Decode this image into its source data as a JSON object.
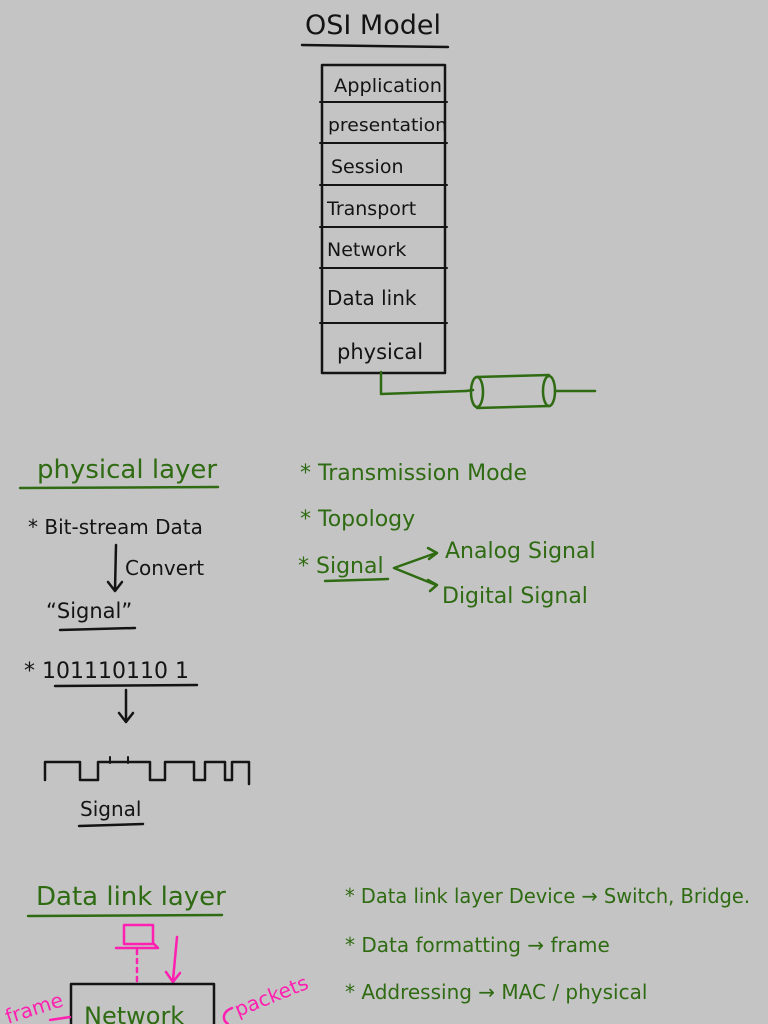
{
  "osi": {
    "title": "OSI Model",
    "layers": [
      "Application",
      "presentation",
      "Session",
      "Transport",
      "Network",
      "Data link",
      "physical"
    ]
  },
  "physical": {
    "heading": "physical layer",
    "bit_stream": "* Bit-stream Data",
    "convert": "Convert",
    "signal_quoted": "“Signal”",
    "bits": "* 101110110 1",
    "signal_caption": "Signal",
    "features": [
      "* Transmission Mode",
      "* Topology",
      "* Signal"
    ],
    "signal_types": [
      "Analog Signal",
      "Digital Signal"
    ]
  },
  "datalink": {
    "heading": "Data link layer",
    "box_label": "Network",
    "left_label": "frame",
    "right_label": "packets",
    "notes": [
      "* Data link layer Device → Switch, Bridge.",
      "* Data formatting → frame",
      "* Addressing → MAC / physical"
    ]
  },
  "colors": {
    "background": "#c4c4c4",
    "ink": "#141414",
    "green": "#2f6b12",
    "pink": "#ff1fb0"
  }
}
